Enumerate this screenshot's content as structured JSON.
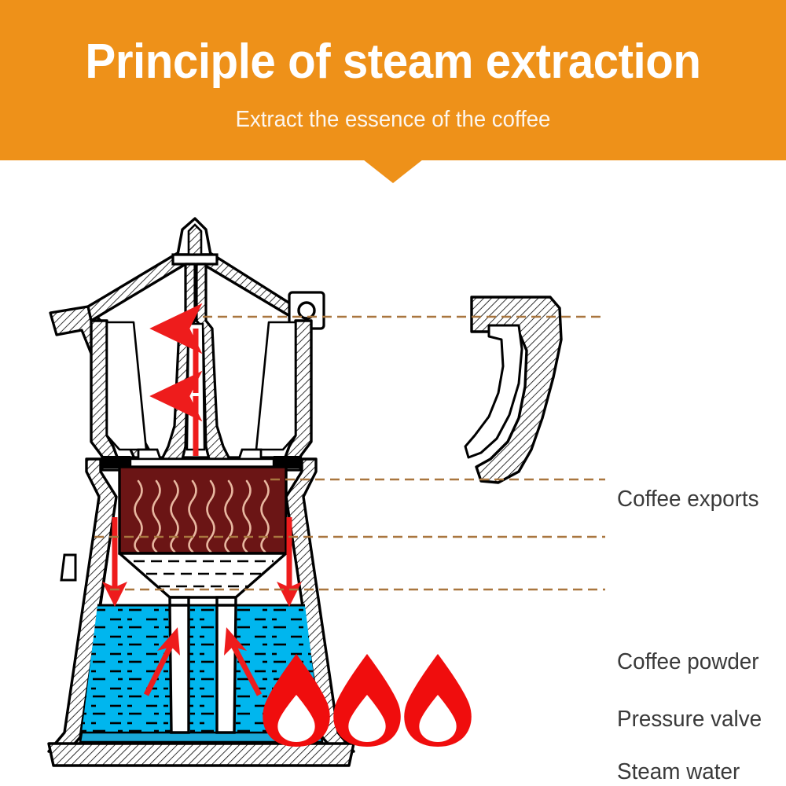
{
  "header": {
    "title": "Principle of steam extraction",
    "subtitle": "Extract the essence of the coffee",
    "background_color": "#ee9119",
    "text_color": "#ffffff"
  },
  "diagram": {
    "name": "moka-pot-cutaway",
    "description": "Cutaway technical illustration of a moka pot showing steam extraction",
    "colors": {
      "outline": "#000000",
      "hatch": "#000000",
      "coffee_powder": "#6b1515",
      "water": "#00b6ee",
      "arrow_red": "#ee1c1c",
      "flame_red": "#f00d0d",
      "leader_line": "#a9763f"
    },
    "parts": {
      "knob": "lid-knob",
      "lid": "lid",
      "spout": "pour-spout",
      "handle": "handle",
      "upper_chamber": "upper-chamber",
      "central_tube": "central-riser-tube",
      "filter_basket": "filter-basket",
      "lower_chamber": "lower-chamber",
      "base": "base-plate"
    },
    "flow_arrows": {
      "upward_in_tube": 2,
      "downward_in_water": 2,
      "upward_in_water": 2
    },
    "flames": {
      "count": 3,
      "icon": "flame-icon"
    }
  },
  "callouts": [
    {
      "id": "coffee-exports",
      "label": "Coffee exports"
    },
    {
      "id": "coffee-powder",
      "label": "Coffee powder"
    },
    {
      "id": "pressure-valve",
      "label": "Pressure valve"
    },
    {
      "id": "steam-water",
      "label": "Steam water"
    }
  ]
}
